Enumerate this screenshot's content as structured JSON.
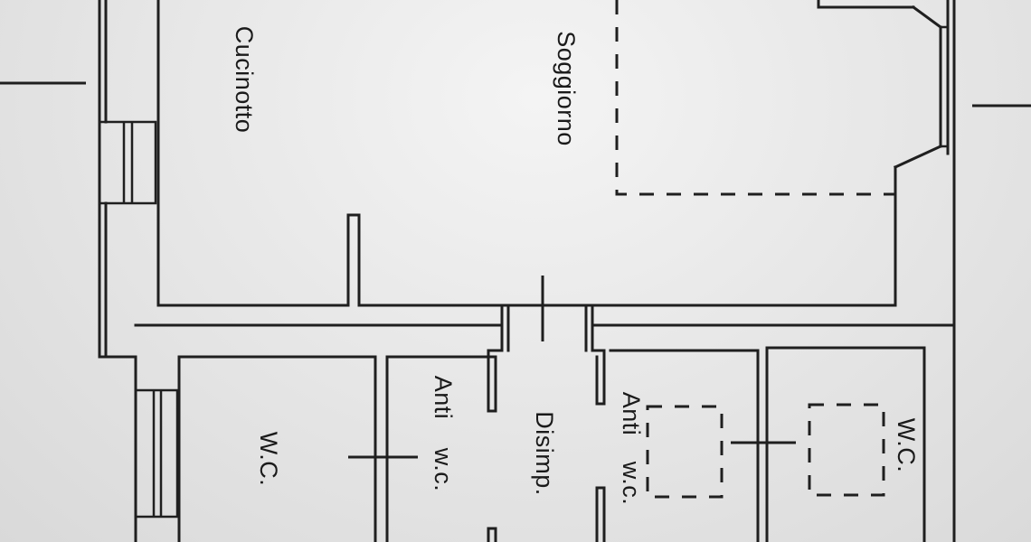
{
  "rooms": {
    "cucinotto": "Cucinotto",
    "soggiorno": "Soggiorno",
    "wc_left": "W.C.",
    "anti_left_1": "Anti",
    "anti_left_2": "w.c.",
    "disimp": "Disimp.",
    "anti_right_1": "Anti",
    "anti_right_2": "w.c.",
    "wc_right": "W.C."
  },
  "colors": {
    "paper": "#e6e6e6",
    "ink": "#1f1f1f"
  }
}
